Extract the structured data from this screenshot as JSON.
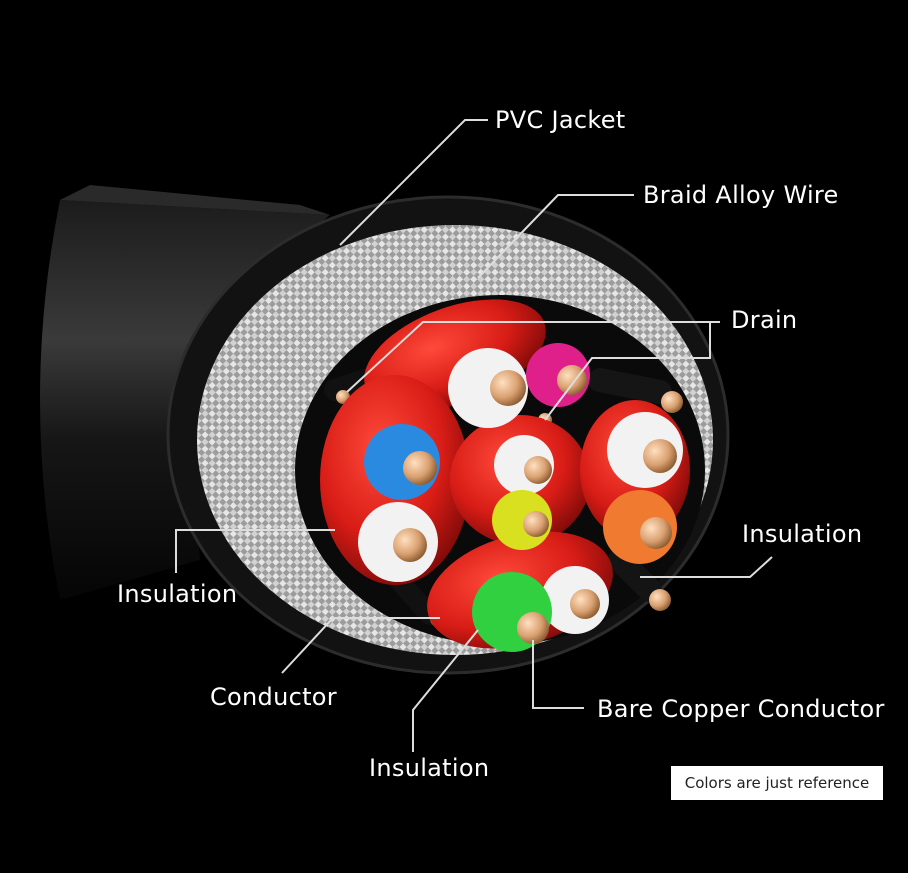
{
  "labels": {
    "pvc_jacket": "PVC Jacket",
    "braid_alloy_wire": "Braid Alloy Wire",
    "drain": "Drain",
    "insulation_left": "Insulation",
    "insulation_right": "Insulation",
    "conductor": "Conductor",
    "insulation_bottom": "Insulation",
    "bare_copper_conductor": "Bare Copper Conductor"
  },
  "note": "Colors are just reference",
  "colors": {
    "background": "#000000",
    "jacket": "#1a1a1a",
    "braid": "#c8c8c8",
    "pair_red": "#d8201a",
    "copper": "#d9a070",
    "white_core": "#f2f2f2",
    "magenta_core": "#e0208a",
    "blue_core": "#2a8ae0",
    "yellow_core": "#d8e020",
    "orange_core": "#f07a30",
    "green_core": "#30d040",
    "leader_line": "#dddddd"
  }
}
